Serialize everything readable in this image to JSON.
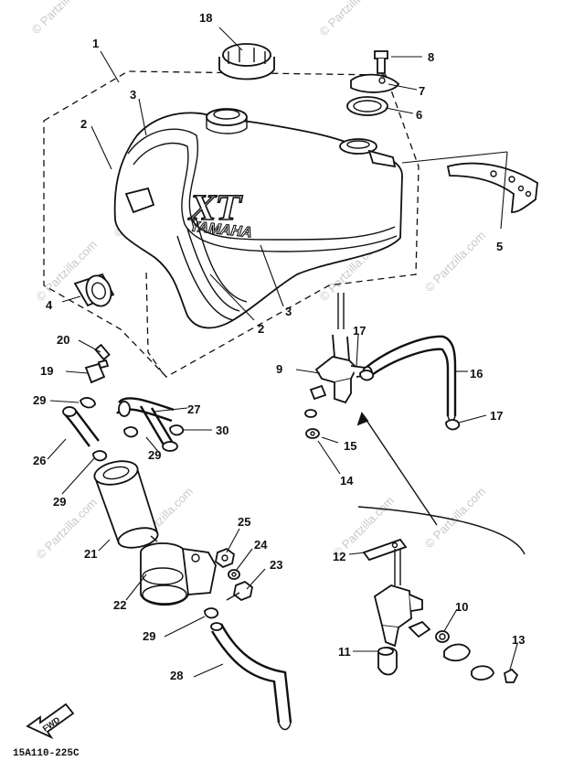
{
  "callouts": [
    {
      "id": "c1",
      "text": "1"
    },
    {
      "id": "c2a",
      "text": "2"
    },
    {
      "id": "c2b",
      "text": "2"
    },
    {
      "id": "c3a",
      "text": "3"
    },
    {
      "id": "c3b",
      "text": "3"
    },
    {
      "id": "c4",
      "text": "4"
    },
    {
      "id": "c5",
      "text": "5"
    },
    {
      "id": "c6",
      "text": "6"
    },
    {
      "id": "c7",
      "text": "7"
    },
    {
      "id": "c8",
      "text": "8"
    },
    {
      "id": "c9",
      "text": "9"
    },
    {
      "id": "c10",
      "text": "10"
    },
    {
      "id": "c11",
      "text": "11"
    },
    {
      "id": "c12",
      "text": "12"
    },
    {
      "id": "c13",
      "text": "13"
    },
    {
      "id": "c14",
      "text": "14"
    },
    {
      "id": "c15",
      "text": "15"
    },
    {
      "id": "c16",
      "text": "16"
    },
    {
      "id": "c17a",
      "text": "17"
    },
    {
      "id": "c17b",
      "text": "17"
    },
    {
      "id": "c18",
      "text": "18"
    },
    {
      "id": "c19",
      "text": "19"
    },
    {
      "id": "c20",
      "text": "20"
    },
    {
      "id": "c21",
      "text": "21"
    },
    {
      "id": "c22",
      "text": "22"
    },
    {
      "id": "c23",
      "text": "23"
    },
    {
      "id": "c24",
      "text": "24"
    },
    {
      "id": "c25",
      "text": "25"
    },
    {
      "id": "c26",
      "text": "26"
    },
    {
      "id": "c27",
      "text": "27"
    },
    {
      "id": "c28",
      "text": "28"
    },
    {
      "id": "c29a",
      "text": "29"
    },
    {
      "id": "c29b",
      "text": "29"
    },
    {
      "id": "c29c",
      "text": "29"
    },
    {
      "id": "c29d",
      "text": "29"
    },
    {
      "id": "c30",
      "text": "30"
    }
  ],
  "tank_badge_top": "XT",
  "tank_badge_bottom": "YAMAHA",
  "fwd_label": "FWD",
  "drawing_code": "15A110-225C",
  "watermark": "© Partzilla.com"
}
